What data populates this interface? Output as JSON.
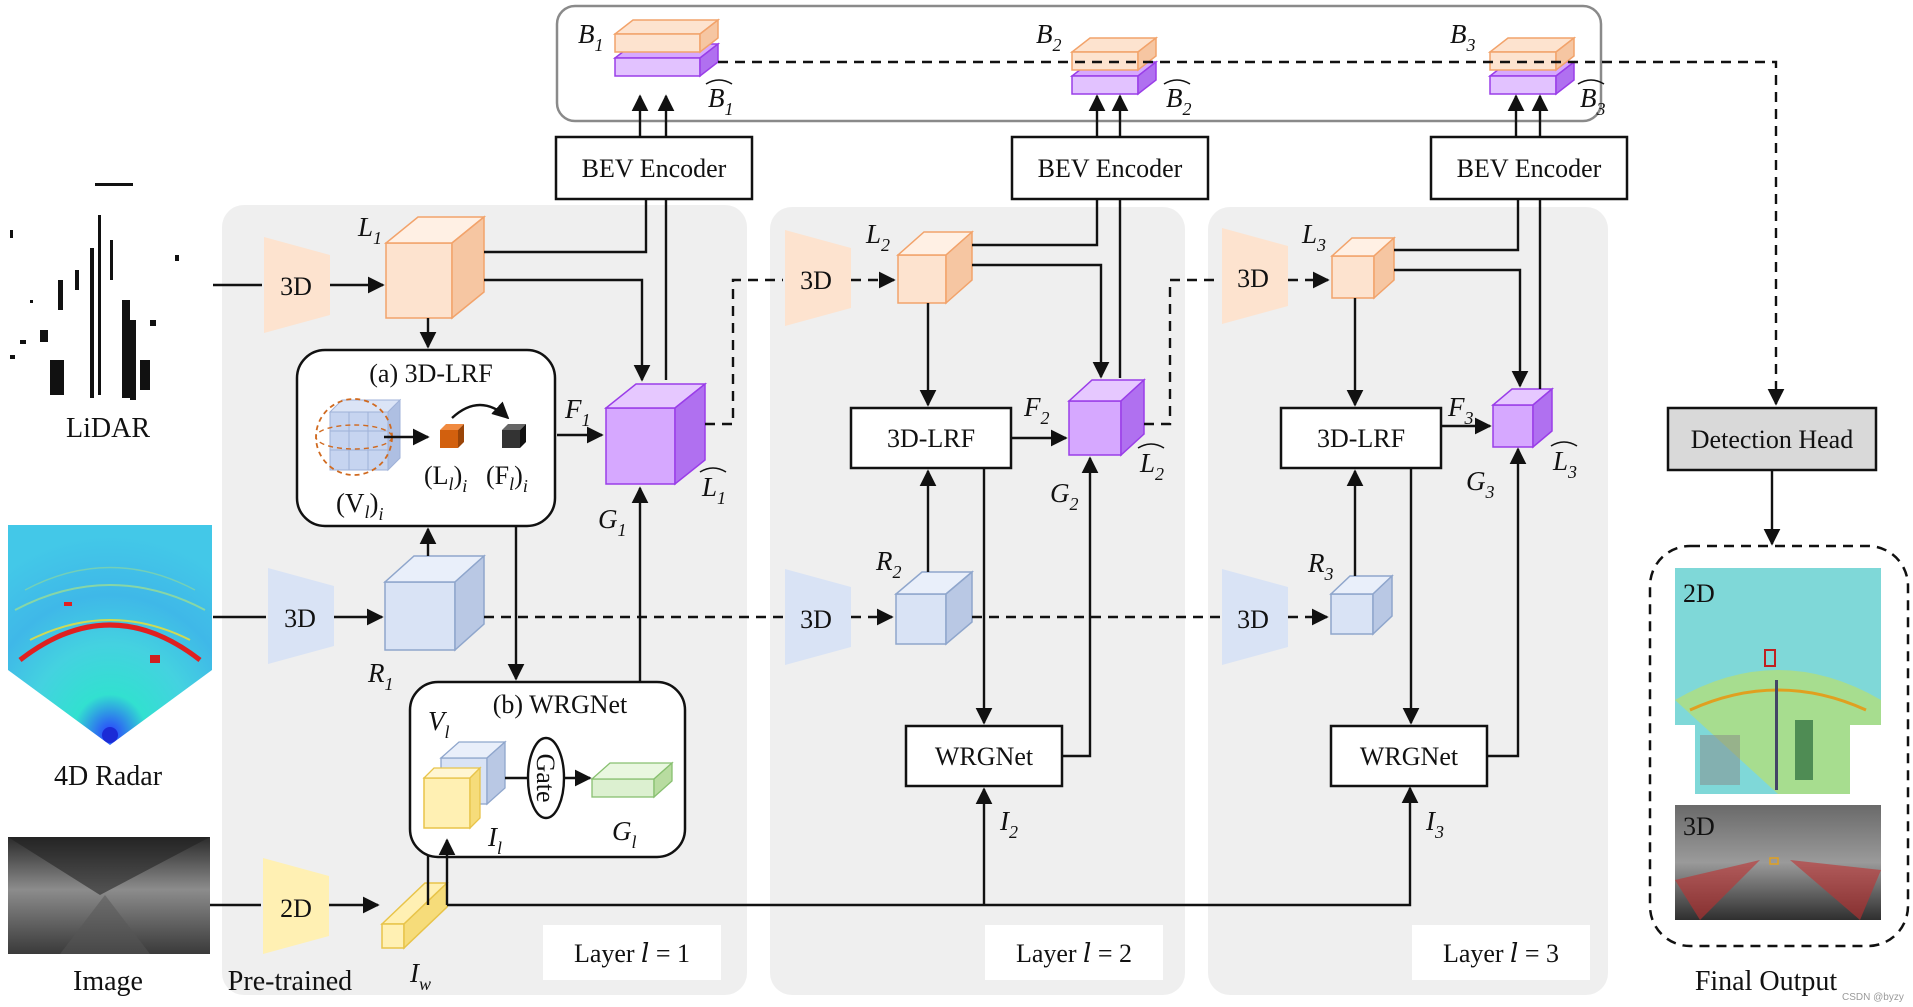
{
  "inputs": {
    "lidar": "LiDAR",
    "radar": "4D Radar",
    "image": "Image",
    "pretrained": "Pre-trained"
  },
  "backbones": {
    "three_d": "3D",
    "two_d": "2D"
  },
  "modules": {
    "lrf_title": "(a) 3D-LRF",
    "wrgnet_title": "(b) WRGNet",
    "lrf": "3D-LRF",
    "wrgnet": "WRGNet",
    "bev_encoder": "BEV Encoder",
    "gate": "Gate",
    "detection_head": "Detection Head"
  },
  "layers": [
    {
      "label": "Layer 𝑙 = 1",
      "L": "L",
      "idx": "1"
    },
    {
      "label": "Layer 𝑙 = 2",
      "L": "L",
      "idx": "2"
    },
    {
      "label": "Layer 𝑙 = 3",
      "L": "L",
      "idx": "3"
    }
  ],
  "symbols": {
    "V_i": "(V",
    "L_i": "(L",
    "F_i": "(F",
    "V_l": "V",
    "I_l": "I",
    "G_l": "G",
    "I_w": "I",
    "sub_l": "l",
    "sub_w": "w",
    "sub_i": "i",
    "R": "R",
    "F": "F",
    "G": "G",
    "B": "B",
    "I": "I"
  },
  "output": {
    "title": "Final Output",
    "two_d": "2D",
    "three_d": "3D",
    "watermark": "CSDN @byzy"
  },
  "colors": {
    "lidar_feature": "#fde3cf",
    "lidar_edge": "#f2a36b",
    "radar_feature": "#d9e3f5",
    "radar_edge": "#8fa6cc",
    "fused_feature": "#d6a8ff",
    "fused_edge": "#9a3ee8",
    "image_feature": "#fff0b3",
    "image_edge": "#e8c44a",
    "gate_out": "#dcf0d0",
    "panel": "#efefef",
    "detection_head": "#d9d9d9"
  }
}
